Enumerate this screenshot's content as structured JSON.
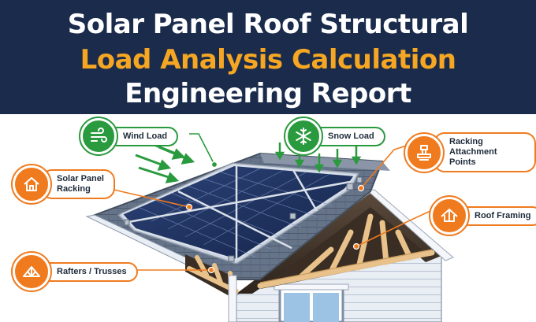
{
  "title": {
    "line1": "Solar Panel Roof Structural",
    "line2": "Load Analysis Calculation",
    "line3": "Engineering Report"
  },
  "colors": {
    "header_bg": "#1a2b4c",
    "title_white": "#ffffff",
    "title_accent": "#f5a623",
    "green": "#2a9a3e",
    "orange": "#f07b1f",
    "panel": "#1f2f5a",
    "roof": "#5f6d80",
    "siding": "#e6ecf4",
    "wood": "#e8c28a"
  },
  "callouts": {
    "wind_load": {
      "label": "Wind Load",
      "icon": "wind-icon"
    },
    "snow_load": {
      "label": "Snow Load",
      "icon": "snowflake-icon"
    },
    "solar_panel_racking": {
      "line1": "Solar Panel",
      "line2": "Racking",
      "icon": "house-icon"
    },
    "racking_attachment_points": {
      "line1": "Racking",
      "line2": "Attachment Points",
      "icon": "mount-bracket-icon"
    },
    "roof_framing": {
      "label": "Roof Framing",
      "icon": "roof-frame-icon"
    },
    "rafters_trusses": {
      "label": "Rafters / Trusses",
      "icon": "truss-icon"
    }
  }
}
